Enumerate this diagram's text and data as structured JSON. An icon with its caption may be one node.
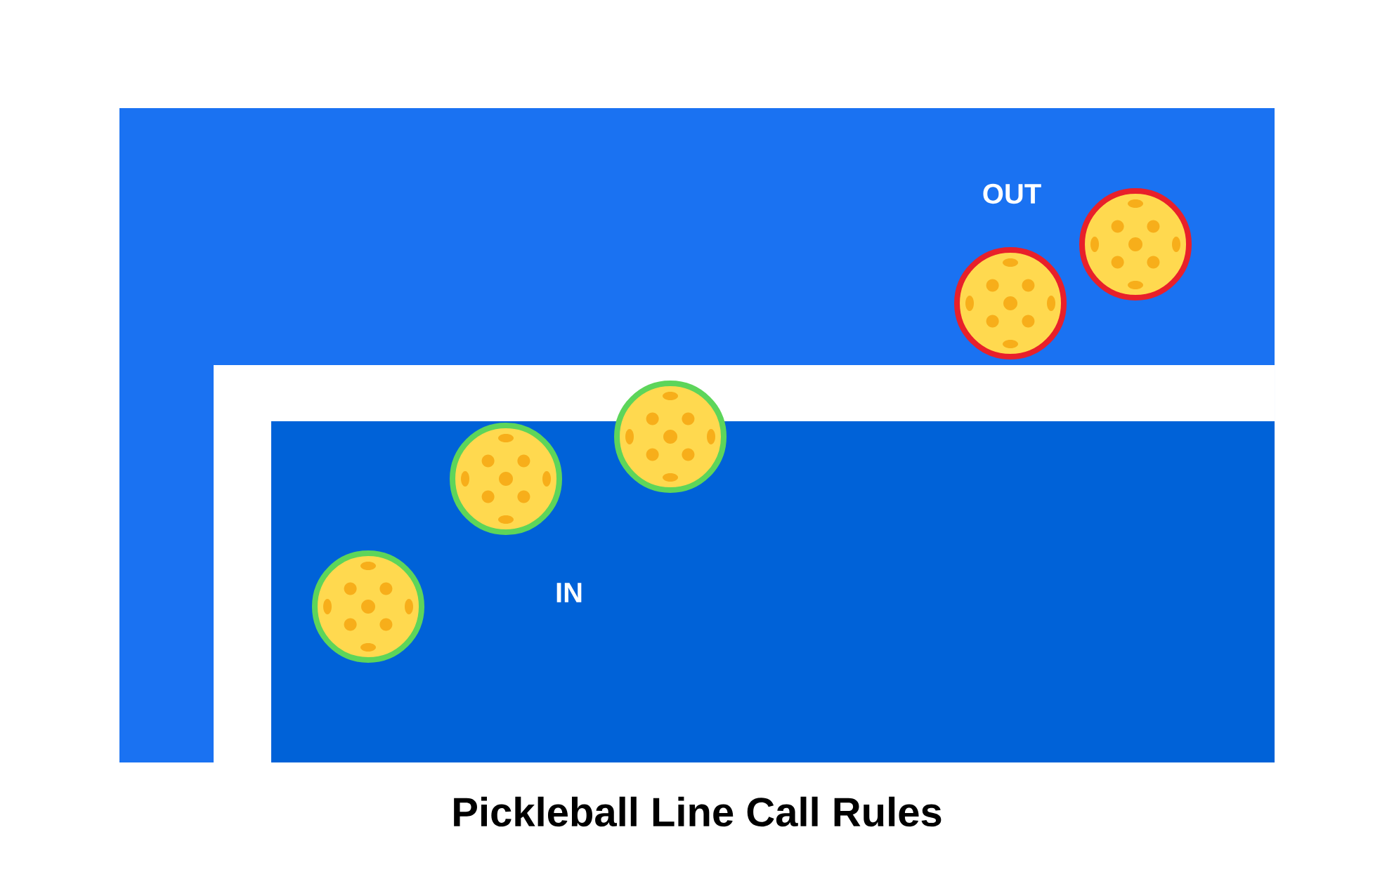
{
  "diagram": {
    "caption": "Pickleball Line Call Rules",
    "labels": [
      "OUT",
      "IN"
    ]
  }
}
